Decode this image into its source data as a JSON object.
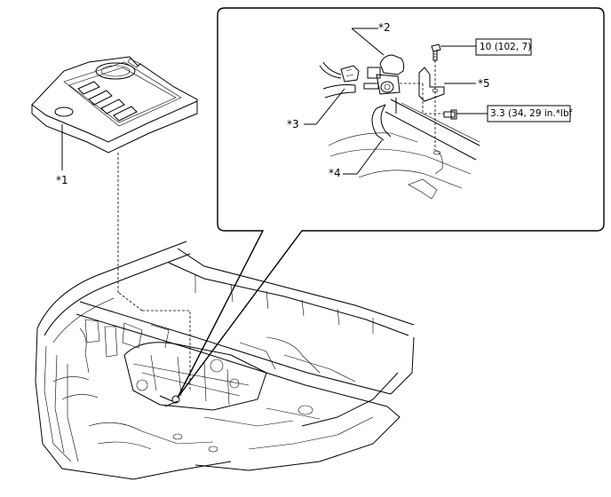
{
  "labels": {
    "part1": "*1",
    "part2": "*2",
    "part3": "*3",
    "part4": "*4",
    "part5": "*5"
  },
  "torque_specs": {
    "bolt_upper": "10 (102, 7)",
    "bolt_lower": "3.3 (34, 29 in.*lbf"
  }
}
